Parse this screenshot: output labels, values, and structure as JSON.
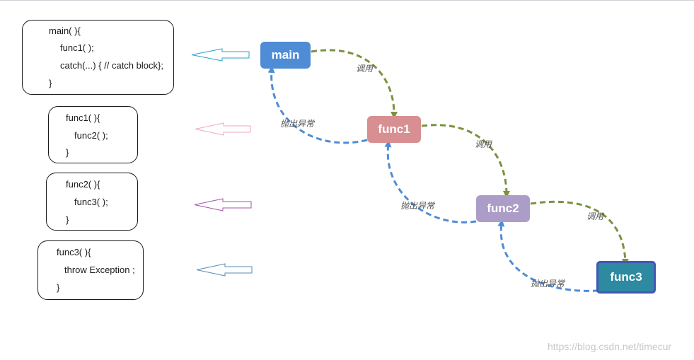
{
  "code_blocks": [
    {
      "id": "main",
      "lines": [
        "main( ){",
        "func1( );",
        "catch(...) { // catch block};",
        "}"
      ]
    },
    {
      "id": "func1",
      "lines": [
        "func1( ){",
        "func2( );",
        "}"
      ]
    },
    {
      "id": "func2",
      "lines": [
        "func2( ){",
        "func3( );",
        "}"
      ]
    },
    {
      "id": "func3",
      "lines": [
        "func3( ){",
        "throw Exception ;",
        "}"
      ]
    }
  ],
  "nodes": [
    {
      "id": "main",
      "label": "main",
      "color": "#4f8cd6"
    },
    {
      "id": "func1",
      "label": "func1",
      "color": "#d88f92"
    },
    {
      "id": "func2",
      "label": "func2",
      "color": "#ab9dc8"
    },
    {
      "id": "func3",
      "label": "func3",
      "color": "#2d8aa0",
      "border_color": "#4157b8"
    }
  ],
  "edges": {
    "call_label": "调用",
    "throw_label": "抛出异常",
    "call_color": "#7a9240",
    "throw_color": "#4f8cd6"
  },
  "arrow_colors": [
    "#2aa3c8",
    "#f2a6c4",
    "#a353a8",
    "#5a8ab8"
  ],
  "watermark": "https://blog.csdn.net/timecur"
}
